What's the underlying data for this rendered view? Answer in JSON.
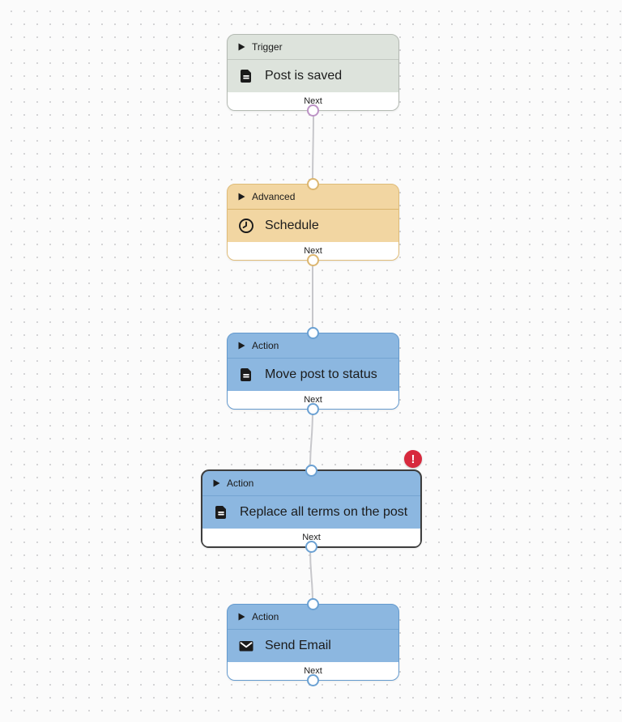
{
  "colors": {
    "canvas_bg": "#fbfbfb",
    "dot": "#d4d4d6",
    "connector": "#c7c7cb",
    "text": "#1b1b1b",
    "footer_bg": "#ffffff",
    "trigger_fill": "#dde3dc",
    "trigger_border": "#b4bab3",
    "trigger_divider": "#c2c8c1",
    "advanced_fill": "#f2d6a2",
    "advanced_border": "#dfbc79",
    "advanced_divider": "#d9b56d",
    "action_fill": "#8cb7e0",
    "action_border": "#649ace",
    "action_divider": "#74a4d2",
    "selected_border": "#3d3d3d",
    "port_trigger": "#bd93c6",
    "port_advanced": "#dcb670",
    "port_action": "#6ba1d3",
    "error_badge": "#d7293d"
  },
  "nodes": [
    {
      "category": "Trigger",
      "title": "Post is saved",
      "icon": "document-icon",
      "footer_label": "Next"
    },
    {
      "category": "Advanced",
      "title": "Schedule",
      "icon": "clock-icon",
      "footer_label": "Next"
    },
    {
      "category": "Action",
      "title": "Move post to status",
      "icon": "document-icon",
      "footer_label": "Next"
    },
    {
      "category": "Action",
      "title": "Replace all terms on the post",
      "icon": "document-icon",
      "footer_label": "Next",
      "selected": true,
      "error": true,
      "error_glyph": "!"
    },
    {
      "category": "Action",
      "title": "Send Email",
      "icon": "envelope-icon",
      "footer_label": "Next"
    }
  ]
}
